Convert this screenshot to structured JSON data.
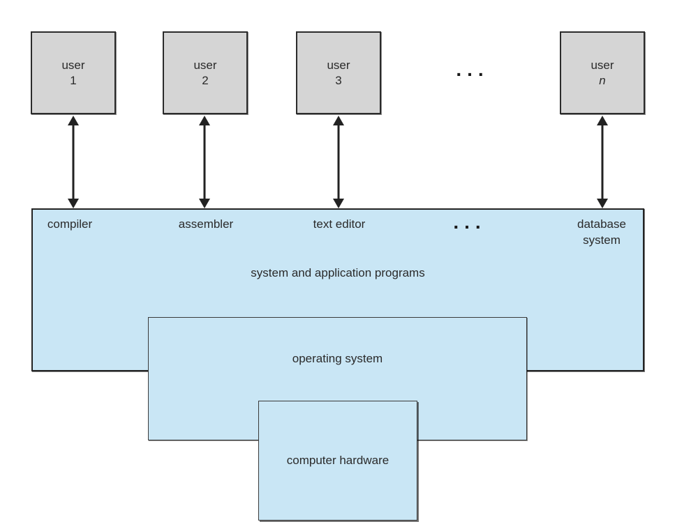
{
  "figure": {
    "colors": {
      "layer_fill": "#c9e6f5",
      "user_box_fill": "#d5d5d5",
      "border": "#2b2b2b",
      "text": "#2a2a2a"
    },
    "users": [
      {
        "line1": "user",
        "line2": "1"
      },
      {
        "line1": "user",
        "line2": "2"
      },
      {
        "line1": "user",
        "line2": "3"
      },
      {
        "line1": "user",
        "line2": "n"
      }
    ],
    "users_ellipsis": "...",
    "programs": {
      "items": [
        "compiler",
        "assembler",
        "text editor"
      ],
      "ellipsis": "...",
      "database_line1": "database",
      "database_line2": "system",
      "caption": "system and application programs"
    },
    "operating_system": {
      "caption": "operating system"
    },
    "hardware": {
      "caption": "computer hardware"
    }
  }
}
